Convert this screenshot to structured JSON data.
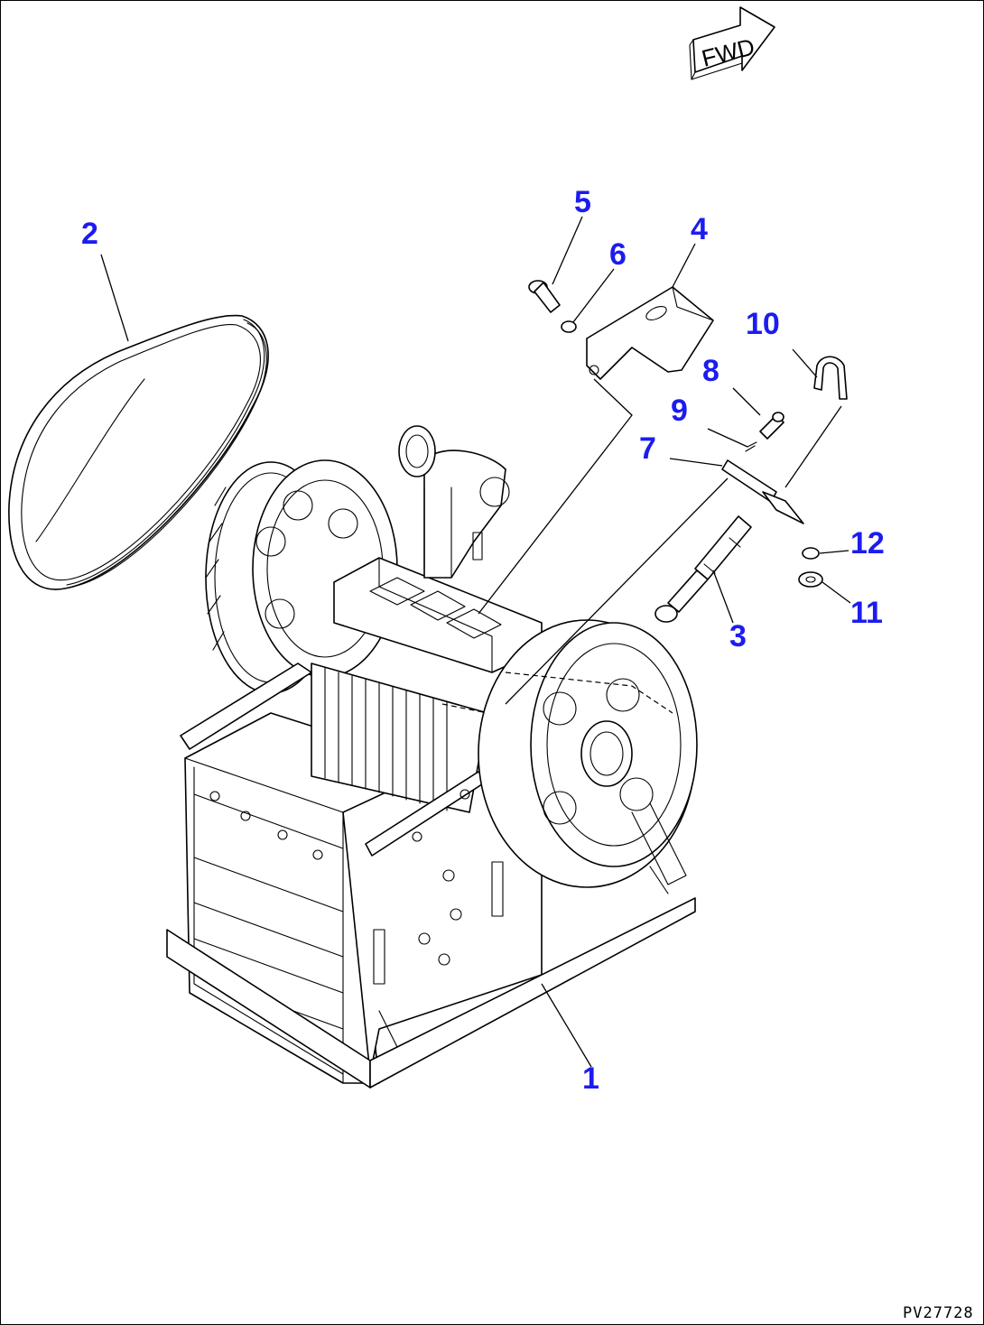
{
  "diagram": {
    "fwd_label": "FWD",
    "drawing_code": "PV27728",
    "callouts": [
      {
        "id": "callout-1",
        "label": "1"
      },
      {
        "id": "callout-2",
        "label": "2"
      },
      {
        "id": "callout-3",
        "label": "3"
      },
      {
        "id": "callout-4",
        "label": "4"
      },
      {
        "id": "callout-5",
        "label": "5"
      },
      {
        "id": "callout-6",
        "label": "6"
      },
      {
        "id": "callout-7",
        "label": "7"
      },
      {
        "id": "callout-8",
        "label": "8"
      },
      {
        "id": "callout-9",
        "label": "9"
      },
      {
        "id": "callout-10",
        "label": "10"
      },
      {
        "id": "callout-11",
        "label": "11"
      },
      {
        "id": "callout-12",
        "label": "12"
      }
    ],
    "colors": {
      "callout": "#1c1cf0",
      "line": "#000000",
      "background": "#ffffff"
    }
  }
}
